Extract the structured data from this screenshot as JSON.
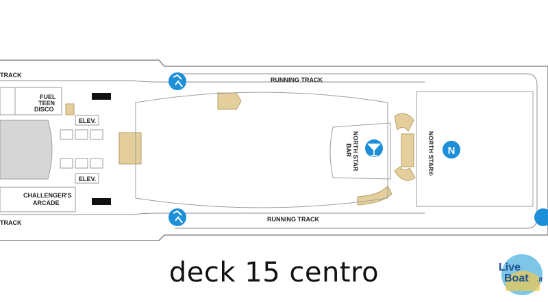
{
  "deck_plan": {
    "labels": {
      "running_track_left_top": "TRACK",
      "running_track_left_bottom": "TRACK",
      "running_track_top": "RUNNING TRACK",
      "running_track_bottom": "RUNNING TRACK",
      "fuel_teen_disco": [
        "FUEL",
        "TEEN",
        "DISCO"
      ],
      "elev_top": "ELEV.",
      "elev_bottom": "ELEV.",
      "challengers_arcade": [
        "CHALLENGER'S",
        "ARCADE"
      ],
      "north_star_bar": [
        "NORTH STAR",
        "BAR"
      ],
      "north_star": "NORTH STAR®"
    },
    "icons": {
      "runner": "running-track-icon",
      "cocktail": "cocktail-glass-icon",
      "north_star": "north-star-icon",
      "restroom": "restroom-icon"
    },
    "colors": {
      "icon_blue": "#1c8fd8",
      "stairs": "#e4cf9c",
      "deck_outline": "#8a8a8a",
      "forward_gray": "#d6d6d6"
    }
  },
  "caption": "deck 15 centro",
  "logo": {
    "line1": "Live",
    "line2": "Boat",
    "suffix": ".it"
  }
}
